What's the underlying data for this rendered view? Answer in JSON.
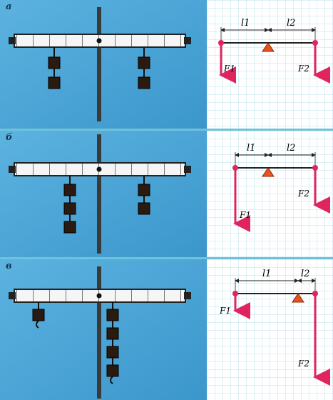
{
  "panels": [
    {
      "tag": "а",
      "l1": "l1",
      "l2": "l2",
      "f1": "F1",
      "f2": "F2",
      "left_weights": 2,
      "right_weights": 2
    },
    {
      "tag": "б",
      "l1": "l1",
      "l2": "l2",
      "f1": "F1",
      "f2": "F2",
      "left_weights": 3,
      "right_weights": 2
    },
    {
      "tag": "в",
      "l1": "l1",
      "l2": "l2",
      "f1": "F1",
      "f2": "F2",
      "left_weights": 1,
      "right_weights": 4
    }
  ],
  "colors": {
    "photo_bg": "#4aa6d6",
    "grid": "#9fd4e6",
    "force": "#e0245e",
    "fulcrum": "#e8521e",
    "lever": "#222222"
  }
}
